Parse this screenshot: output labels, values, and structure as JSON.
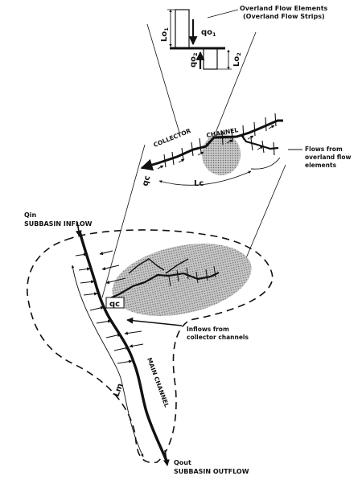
{
  "labels": {
    "overland_title_1": "Overland Flow Elements",
    "overland_title_2": "(Overland Flow Strips)",
    "lo1": "Lo",
    "lo1_sub": "1",
    "lo2": "Lo",
    "lo2_sub": "2",
    "qo1": "qo",
    "qo1_sub": "1",
    "qo2": "qo",
    "qo2_sub": "2",
    "collector": "COLLECTOR",
    "channel": "CHANNEL",
    "qc_top": "qc",
    "lc": "Lc",
    "flows_1": "Flows from",
    "flows_2": "overland flow",
    "flows_3": "elements",
    "qin": "Qin",
    "subbasin_inflow": "SUBBASIN INFLOW",
    "qc_mid": "qc",
    "inflows_1": "Inflows from",
    "inflows_2": "collector channels",
    "main_channel": "MAIN CHANNEL",
    "lm": "Lm",
    "qout": "Qout",
    "subbasin_outflow": "SUBBASIN OUTFLOW"
  },
  "colors": {
    "ink": "#111111",
    "stipple": "#8a8a8a"
  }
}
